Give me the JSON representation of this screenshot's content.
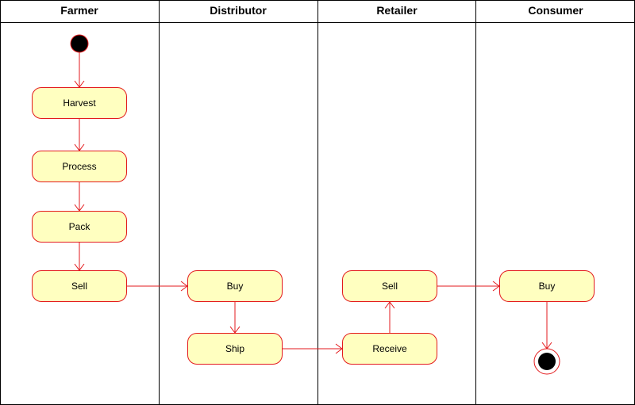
{
  "diagram": {
    "type": "uml-activity-swimlane",
    "colors": {
      "border": "#000000",
      "activity_fill": "#ffffc0",
      "activity_stroke": "#e31a1c",
      "flow": "#e31a1c",
      "node_fill": "#000000"
    },
    "lanes": [
      {
        "name": "Farmer"
      },
      {
        "name": "Distributor"
      },
      {
        "name": "Retailer"
      },
      {
        "name": "Consumer"
      }
    ],
    "activities": [
      {
        "id": "harvest",
        "label": "Harvest",
        "lane": "Farmer"
      },
      {
        "id": "process",
        "label": "Process",
        "lane": "Farmer"
      },
      {
        "id": "pack",
        "label": "Pack",
        "lane": "Farmer"
      },
      {
        "id": "farmer_sell",
        "label": "Sell",
        "lane": "Farmer"
      },
      {
        "id": "dist_buy",
        "label": "Buy",
        "lane": "Distributor"
      },
      {
        "id": "ship",
        "label": "Ship",
        "lane": "Distributor"
      },
      {
        "id": "receive",
        "label": "Receive",
        "lane": "Retailer"
      },
      {
        "id": "retail_sell",
        "label": "Sell",
        "lane": "Retailer"
      },
      {
        "id": "cons_buy",
        "label": "Buy",
        "lane": "Consumer"
      }
    ],
    "start_node": {
      "lane": "Farmer"
    },
    "end_node": {
      "lane": "Consumer"
    },
    "flows": [
      {
        "from": "start",
        "to": "harvest"
      },
      {
        "from": "harvest",
        "to": "process"
      },
      {
        "from": "process",
        "to": "pack"
      },
      {
        "from": "pack",
        "to": "farmer_sell"
      },
      {
        "from": "farmer_sell",
        "to": "dist_buy"
      },
      {
        "from": "dist_buy",
        "to": "ship"
      },
      {
        "from": "ship",
        "to": "receive"
      },
      {
        "from": "receive",
        "to": "retail_sell"
      },
      {
        "from": "retail_sell",
        "to": "cons_buy"
      },
      {
        "from": "cons_buy",
        "to": "end"
      }
    ]
  }
}
